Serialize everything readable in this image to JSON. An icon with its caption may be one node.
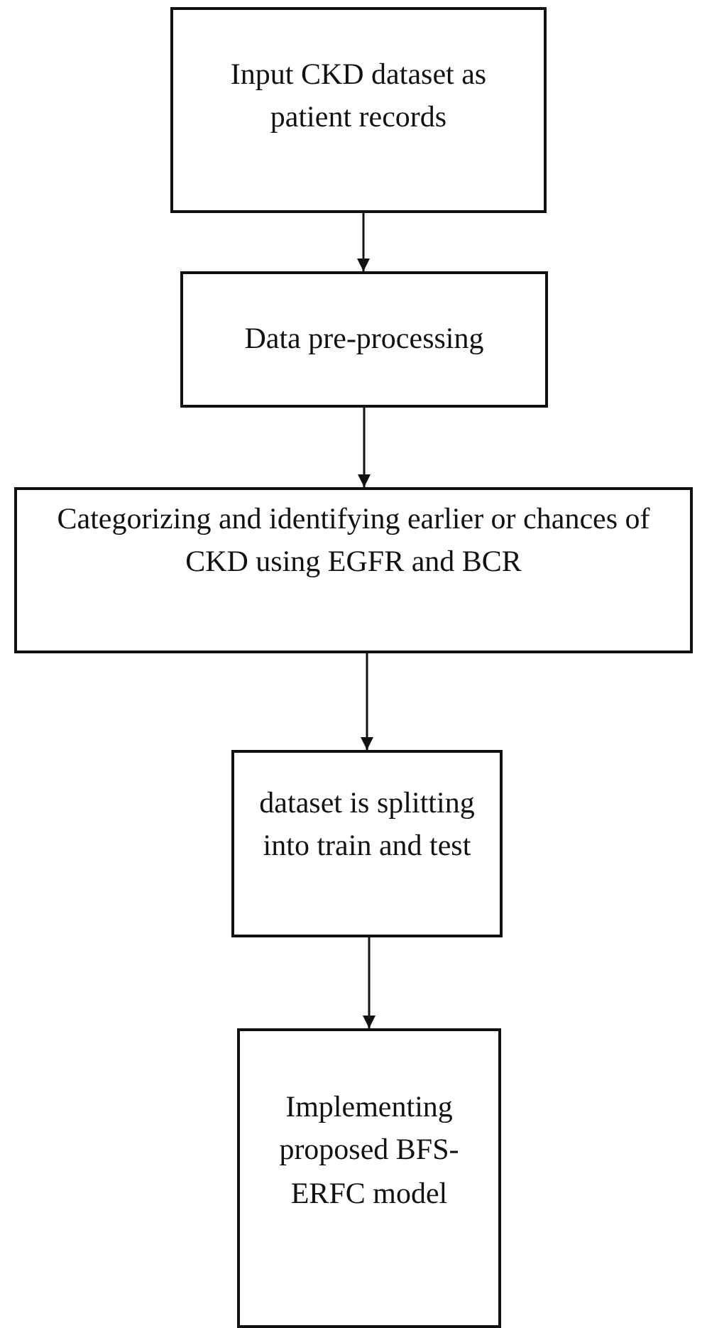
{
  "diagram": {
    "nodes": [
      {
        "text": [
          "Input CKD dataset as patient records"
        ]
      },
      {
        "text": [
          "Data pre-processing"
        ]
      },
      {
        "text": [
          "Categorizing and identifying earlier or chances of CKD using EGFR and BCR"
        ]
      },
      {
        "text": [
          "dataset is splitting into train and test"
        ]
      },
      {
        "text": [
          "Implementing proposed BFS-ERFC model"
        ]
      }
    ],
    "edges": [
      {
        "from": 0,
        "to": 1,
        "arrow": "to"
      },
      {
        "from": 1,
        "to": 2,
        "arrow": "to"
      },
      {
        "from": 2,
        "to": 3,
        "arrow": "to"
      },
      {
        "from": 3,
        "to": 4,
        "arrow": "to"
      }
    ]
  }
}
